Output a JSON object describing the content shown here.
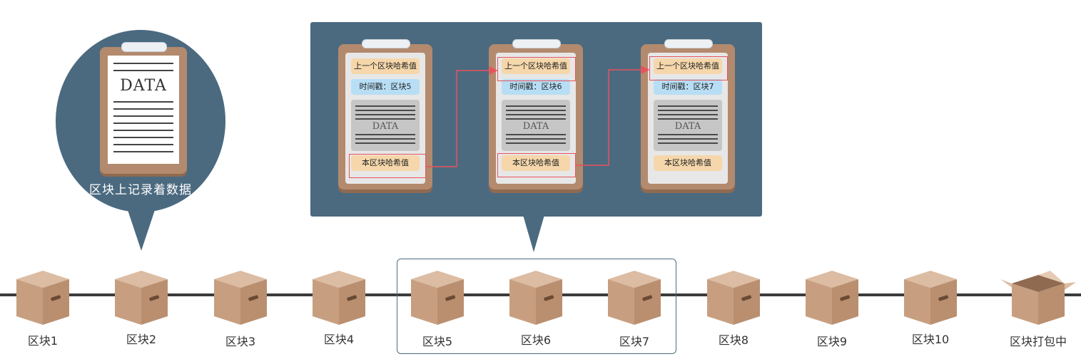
{
  "bubble": {
    "data_label": "DATA",
    "caption": "区块上记录着数据"
  },
  "panel": {
    "cards": [
      {
        "prev_hash": "上一个区块哈希值",
        "timestamp": "时间戳：区块5",
        "data_label": "DATA",
        "self_hash": "本区块哈希值"
      },
      {
        "prev_hash": "上一个区块哈希值",
        "timestamp": "时间戳：区块6",
        "data_label": "DATA",
        "self_hash": "本区块哈希值"
      },
      {
        "prev_hash": "上一个区块哈希值",
        "timestamp": "时间戳：区块7",
        "data_label": "DATA",
        "self_hash": "本区块哈希值"
      }
    ]
  },
  "chain": {
    "blocks": [
      {
        "label": "区块1",
        "state": "closed"
      },
      {
        "label": "区块2",
        "state": "closed"
      },
      {
        "label": "区块3",
        "state": "closed"
      },
      {
        "label": "区块4",
        "state": "closed"
      },
      {
        "label": "区块5",
        "state": "closed"
      },
      {
        "label": "区块6",
        "state": "closed"
      },
      {
        "label": "区块7",
        "state": "closed"
      },
      {
        "label": "区块8",
        "state": "closed"
      },
      {
        "label": "区块9",
        "state": "closed"
      },
      {
        "label": "区块10",
        "state": "closed"
      },
      {
        "label": "区块打包中",
        "state": "open"
      }
    ]
  },
  "colors": {
    "panel_bg": "#4b6a80",
    "board": "#b38a6d",
    "hash_pill": "#f5d7ab",
    "time_pill": "#b7def5",
    "highlight": "#e8535b",
    "box": "#c9a183",
    "line": "#3b3b3b"
  }
}
